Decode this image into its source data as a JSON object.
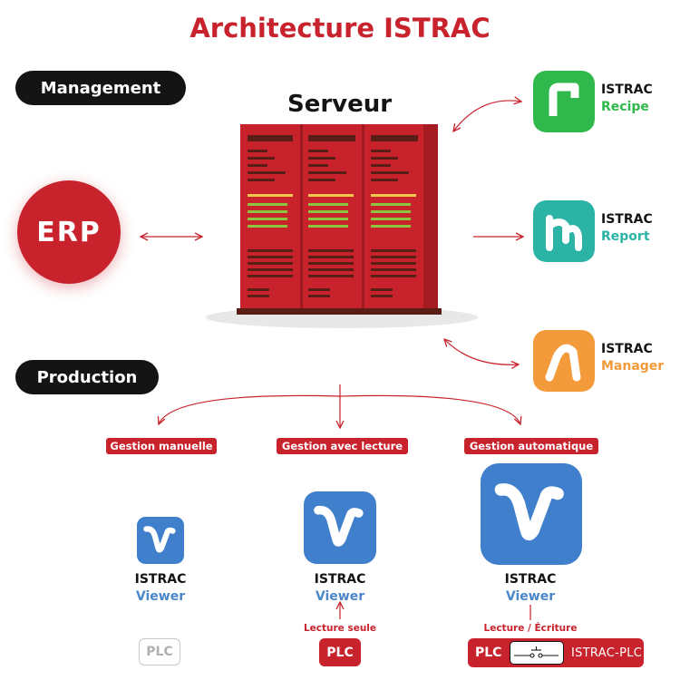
{
  "title": "Architecture ISTRAC",
  "sections": {
    "management": "Management",
    "production": "Production"
  },
  "server": {
    "label": "Serveur"
  },
  "erp": {
    "label": "ERP"
  },
  "apps": [
    {
      "name": "ISTRAC",
      "sub": "Recipe",
      "color": "#2fb84c"
    },
    {
      "name": "ISTRAC",
      "sub": "Report",
      "color": "#2bb3a6"
    },
    {
      "name": "ISTRAC",
      "sub": "Manager",
      "color": "#f39a3a"
    }
  ],
  "modes": [
    {
      "tag": "Gestion manuelle"
    },
    {
      "tag": "Gestion avec lecture"
    },
    {
      "tag": "Gestion automatique"
    }
  ],
  "viewers": [
    {
      "name": "ISTRAC",
      "sub": "Viewer"
    },
    {
      "name": "ISTRAC",
      "sub": "Viewer"
    },
    {
      "name": "ISTRAC",
      "sub": "Viewer"
    }
  ],
  "links": {
    "read_only": "Lecture seule",
    "read_write": "Lecture / Écriture"
  },
  "plc": {
    "label": "PLC",
    "istrac_plc": "ISTRAC-PLC"
  },
  "colors": {
    "brand_red": "#c8222c",
    "viewer_blue": "#3f7fcc",
    "dark": "#141414"
  }
}
